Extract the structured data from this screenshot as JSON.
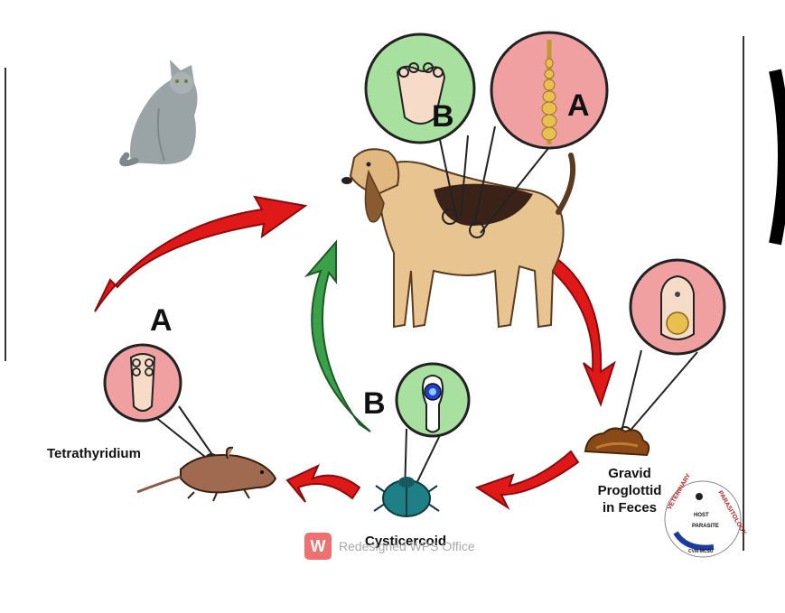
{
  "labels": {
    "letter_a_top": "A",
    "letter_b_top": "B",
    "letter_a_left": "A",
    "letter_b_bottom": "B",
    "tetrathyridium": "Tetrathyridium",
    "cysticercoid": "Cysticercoid",
    "gravid_line1": "Gravid",
    "gravid_line2": "Proglottid",
    "gravid_line3": "in Feces"
  },
  "watermark": {
    "logo": "W",
    "text": "Redesigned WPS Office"
  },
  "badge": {
    "text_top": "VETERINARY",
    "text_right": "PARASITOLOGY",
    "text_host": "HOST",
    "text_parasite": "PARASITE",
    "text_bottom": "CVM-MCSU"
  },
  "colors": {
    "arrow_red": "#e01818",
    "arrow_green": "#3aa04a",
    "circle_pink": "#f0a0a0",
    "circle_green": "#a8e0a0",
    "dog_tan": "#e8c490",
    "dog_dark": "#3a2218"
  },
  "icons": [
    "cat-icon",
    "dog-icon",
    "mouse-icon",
    "beetle-icon",
    "feces-icon"
  ]
}
